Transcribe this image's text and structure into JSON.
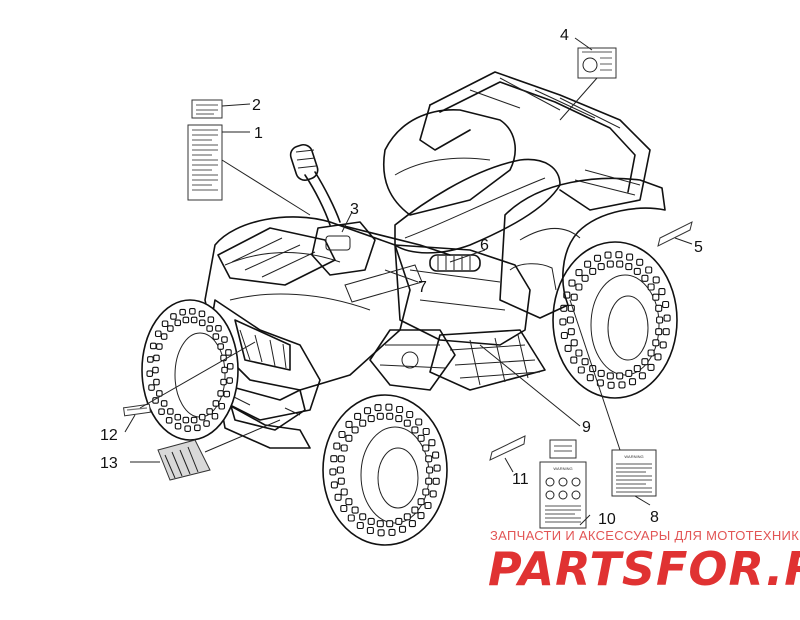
{
  "callouts": [
    {
      "id": "1",
      "label": "1"
    },
    {
      "id": "2",
      "label": "2"
    },
    {
      "id": "3",
      "label": "3"
    },
    {
      "id": "4",
      "label": "4"
    },
    {
      "id": "5",
      "label": "5"
    },
    {
      "id": "6",
      "label": "6"
    },
    {
      "id": "7",
      "label": "7"
    },
    {
      "id": "8",
      "label": "8"
    },
    {
      "id": "9",
      "label": "9"
    },
    {
      "id": "10",
      "label": "10"
    },
    {
      "id": "11",
      "label": "11"
    },
    {
      "id": "12",
      "label": "12"
    },
    {
      "id": "13",
      "label": "13"
    }
  ],
  "decal_headers": {
    "warning": "WARNING"
  },
  "watermark": {
    "tagline": "ЗАПЧАСТИ И АКСЕССУАРЫ ДЛЯ МОТОТЕХНИКИ",
    "logo": "PARTSFOR.RU"
  },
  "colors": {
    "line": "#111111",
    "watermark": "#e03232",
    "background": "#ffffff"
  }
}
